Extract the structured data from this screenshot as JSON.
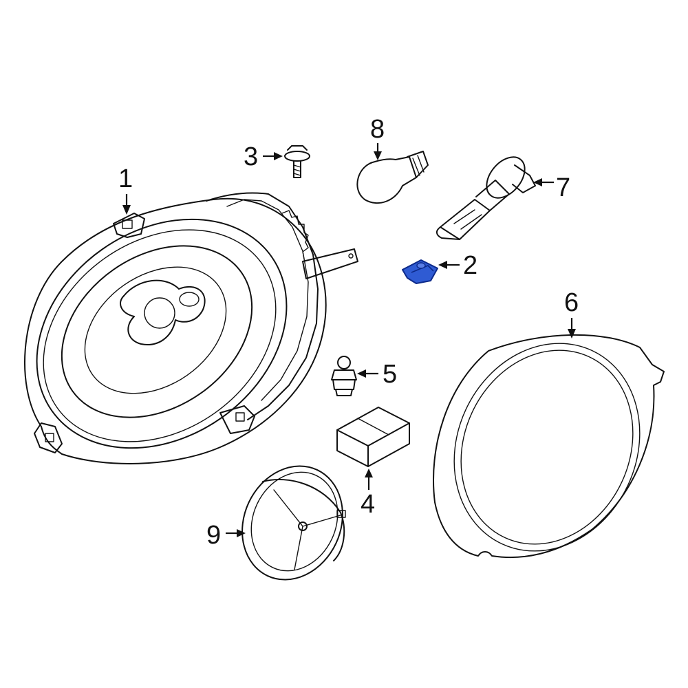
{
  "callouts": [
    {
      "id": "1",
      "label": "1"
    },
    {
      "id": "2",
      "label": "2"
    },
    {
      "id": "3",
      "label": "3"
    },
    {
      "id": "4",
      "label": "4"
    },
    {
      "id": "5",
      "label": "5"
    },
    {
      "id": "6",
      "label": "6"
    },
    {
      "id": "7",
      "label": "7"
    },
    {
      "id": "8",
      "label": "8"
    },
    {
      "id": "9",
      "label": "9"
    }
  ],
  "colors": {
    "line": "#111111",
    "highlight_fill": "#2f5bd3",
    "highlight_stroke": "#0d2a8a",
    "background": "#ffffff"
  },
  "highlighted_part": "2"
}
